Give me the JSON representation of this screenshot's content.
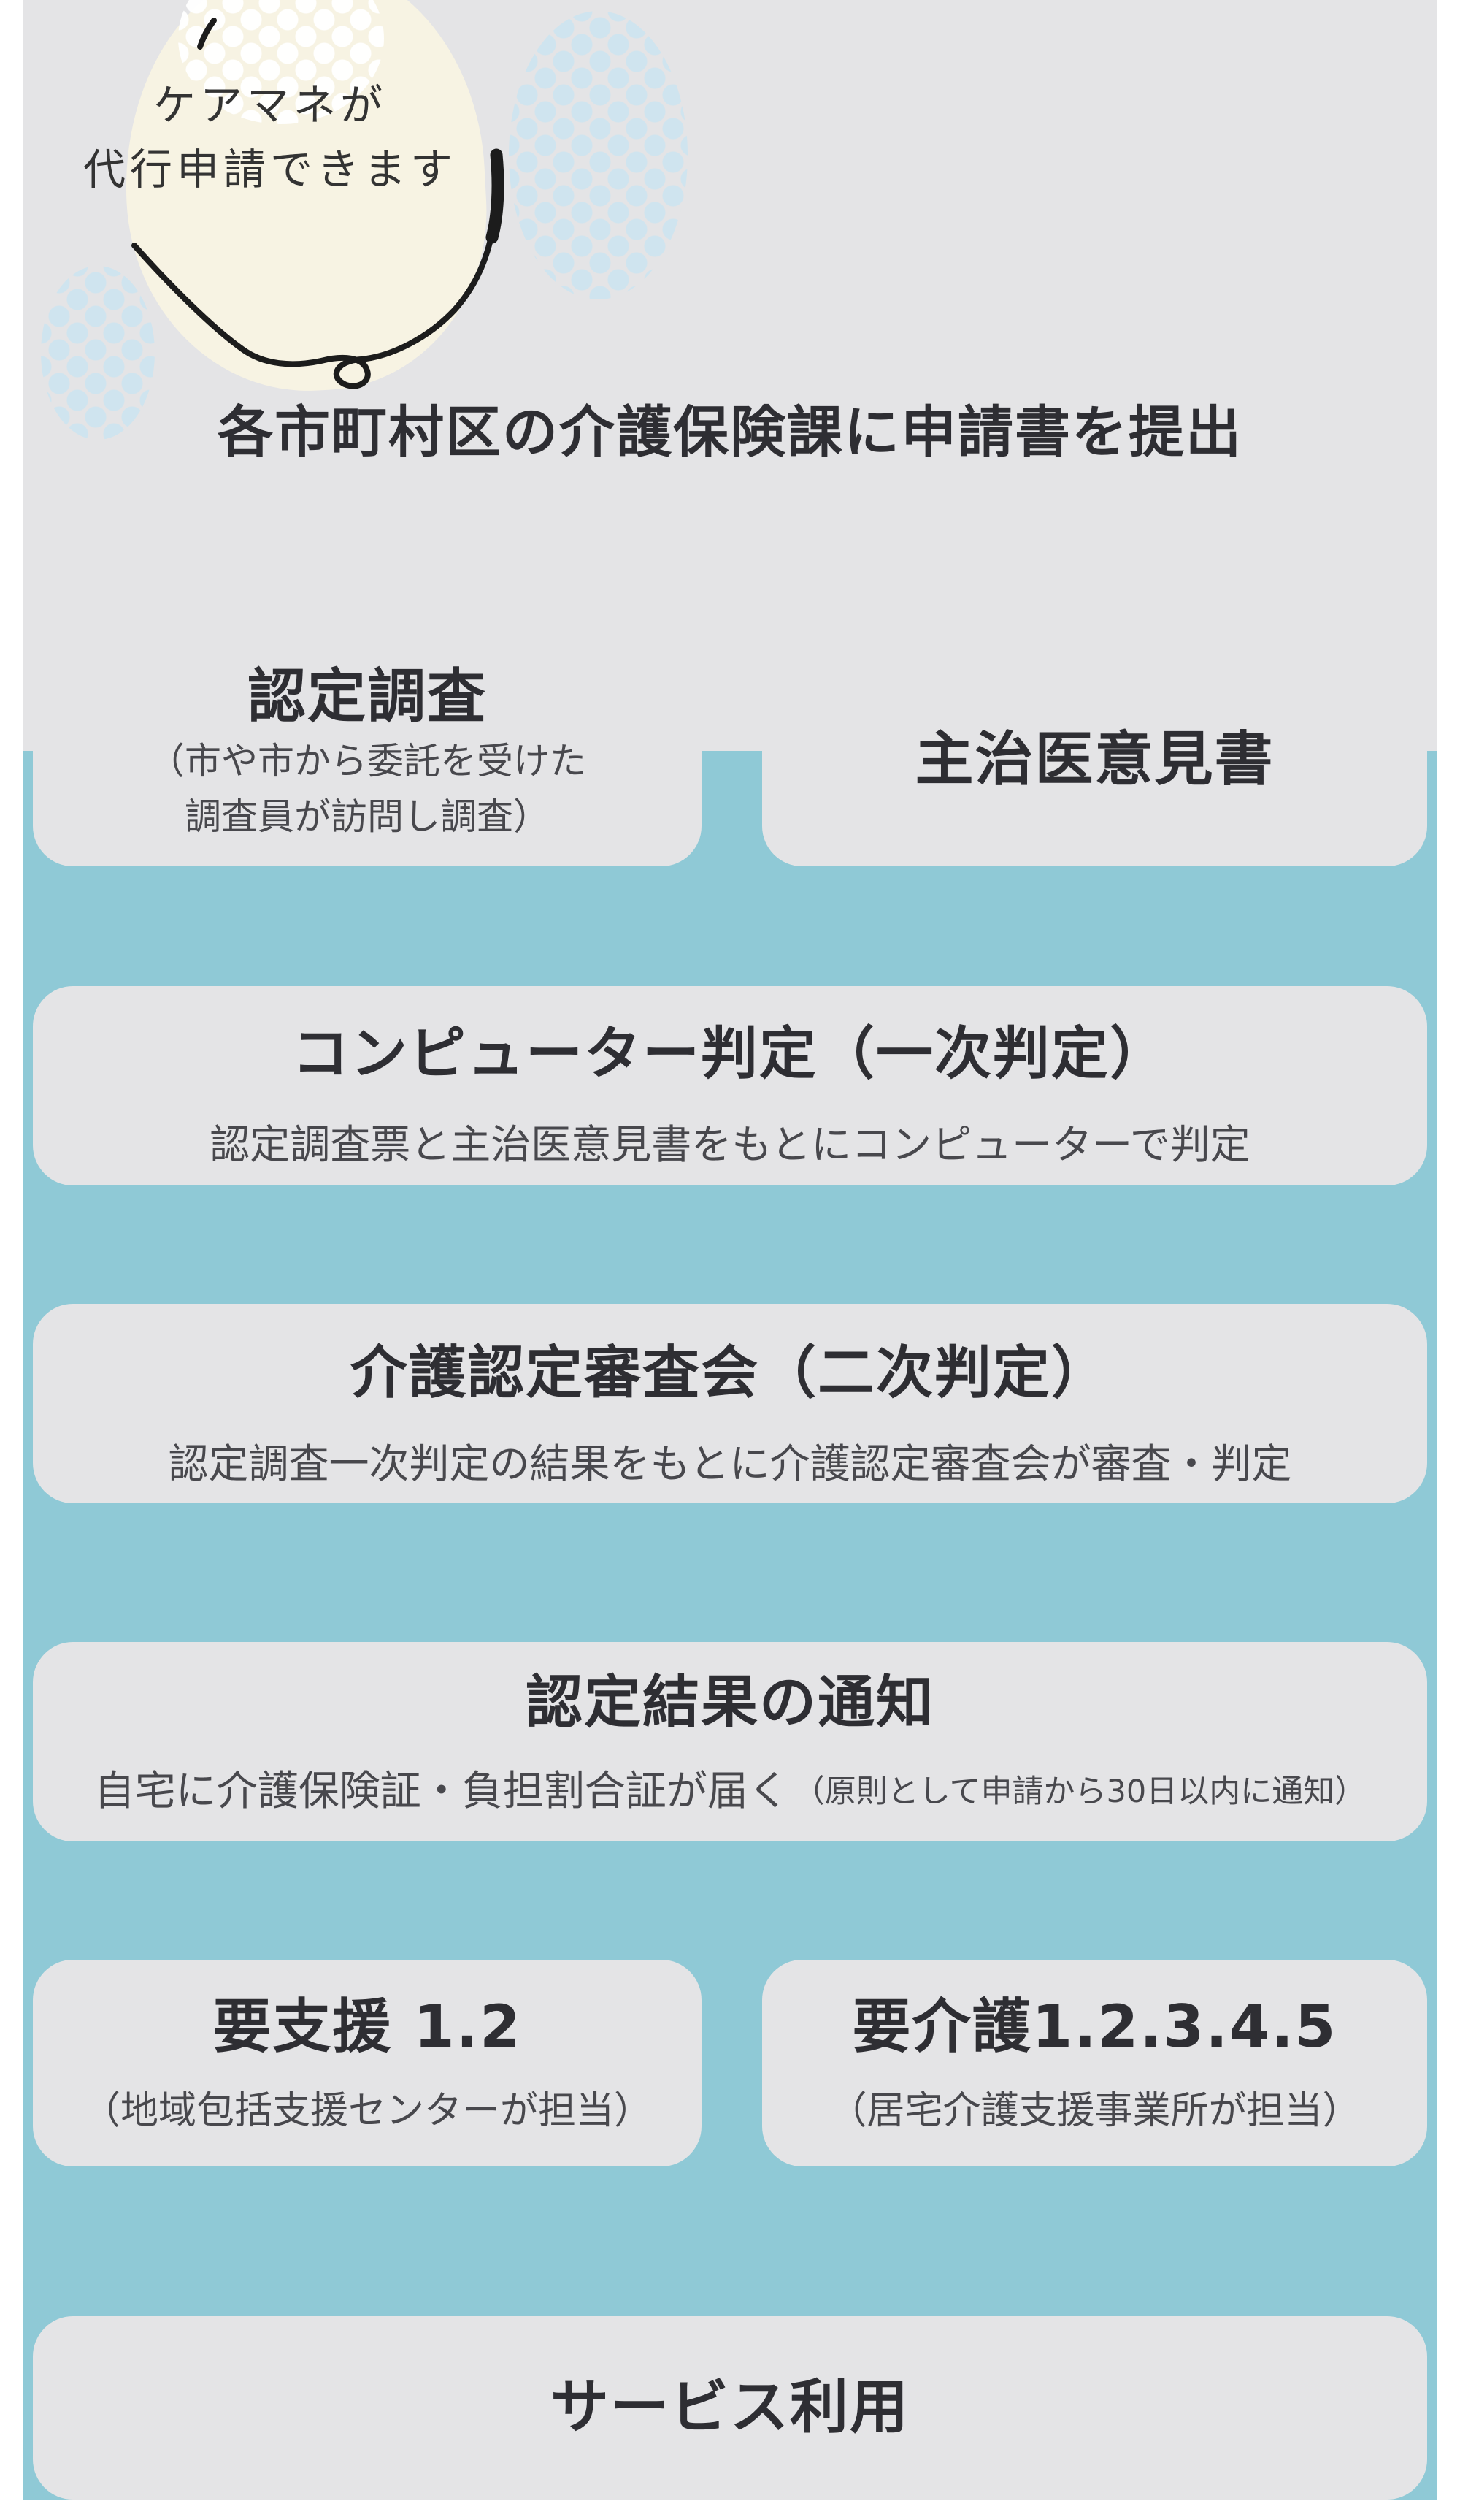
{
  "badge": {
    "line1": "ケアマネが",
    "line2": "代行申請できます"
  },
  "title": "各市町村区の介護保険課に申請書を提出",
  "steps": {
    "survey": {
      "title": "認定調査",
      "note_line1": "（市や市から委託を受けた",
      "note_line2": "調査員が訪問し調査）"
    },
    "doctor": {
      "title": "主治医意見書"
    },
    "primary": {
      "title": "コンピューター判定（一次判定）",
      "note": "認定調査票と主治医意見書をもとにコンピューターで判定"
    },
    "secondary": {
      "title": "介護認定審査会（二次判定）",
      "note": "認定調査一次判定の結果をもとに介護認定審査会が審査・判定"
    },
    "result": {
      "title": "認定結果の通知",
      "note": "自宅に介護保険証・負担割合証が届く",
      "note_small": "（原則として申請から30日以内に通知）"
    },
    "support": {
      "title": "要支援 1.2",
      "note": "（地域包括支援センターが担当）"
    },
    "care": {
      "title": "要介護1.2.3.4.5",
      "note": "（居宅介護支援事業所が担当）"
    },
    "service": {
      "title": "サービス利用"
    }
  },
  "colors": {
    "background_teal": "#8fc9d6",
    "panel_gray": "#e4e4e6",
    "balloon_cream": "#f7f3e3",
    "dot_blue": "#cfe4ef",
    "dot_white": "#ffffff",
    "text_primary": "#2e2e33",
    "text_secondary": "#48484d",
    "string_black": "#1c1c1c",
    "page_margin": "#ffffff"
  }
}
